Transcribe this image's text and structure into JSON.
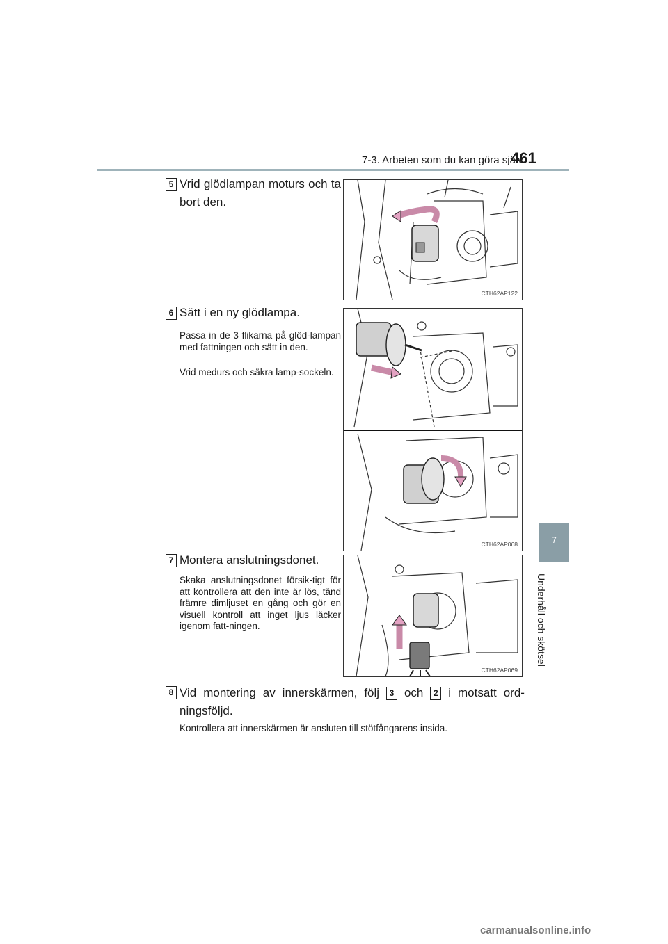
{
  "header": {
    "title": "7-3. Arbeten som du kan göra själv",
    "page_number": "461"
  },
  "side_tab": {
    "chapter": "7",
    "label": "Underhåll och skötsel"
  },
  "steps": [
    {
      "num": "5",
      "title": "Vrid glödlampan moturs och ta bort den.",
      "body": []
    },
    {
      "num": "6",
      "title": "Sätt i en ny glödlampa.",
      "body": [
        "Passa in de 3 flikarna på glöd-lampan med fattningen och sätt in den.",
        "Vrid medurs och säkra lamp-sockeln."
      ]
    },
    {
      "num": "7",
      "title": "Montera anslutningsdonet.",
      "body": [
        "Skaka anslutningsdonet försik-tigt för att kontrollera att den inte är lös, tänd främre dimljuset en gång och gör en visuell kontroll att inget ljus läcker igenom fatt-ningen."
      ]
    },
    {
      "num": "8",
      "title_pre": "Vid montering av innerskärmen, följ",
      "ref_a": "3",
      "title_mid": "och",
      "ref_b": "2",
      "title_post": "i motsatt ord-ningsföljd.",
      "note": "Kontrollera att innerskärmen är ansluten till stötfångarens insida."
    }
  ],
  "figures": [
    {
      "code": "CTH62AP122"
    },
    {
      "code": "CTH62AP068"
    },
    {
      "code": "CTH62AP069"
    }
  ],
  "watermark": "carmanualsonline.info"
}
